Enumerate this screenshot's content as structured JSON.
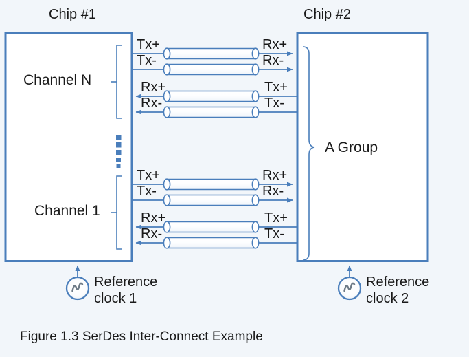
{
  "figure": {
    "caption": "Figure 1.3 SerDes Inter-Connect Example",
    "background_color": "#f2f6fa",
    "line_color": "#4a7ebb",
    "text_color": "#1a1a1a"
  },
  "chips": {
    "left": {
      "title": "Chip #1",
      "channels": [
        {
          "name": "Channel N",
          "pins": [
            "Tx+",
            "Tx-",
            "Rx+",
            "Rx-"
          ]
        },
        {
          "name": "Channel 1",
          "pins": [
            "Tx+",
            "Tx-",
            "Rx+",
            "Rx-"
          ]
        }
      ],
      "ellipsis": "vertical-dots"
    },
    "right": {
      "title": "Chip #2",
      "group_label": "A Group",
      "channels": [
        {
          "pins": [
            "Rx+",
            "Rx-",
            "Tx+",
            "Tx-"
          ]
        },
        {
          "pins": [
            "Rx+",
            "Rx-",
            "Tx+",
            "Tx-"
          ]
        }
      ]
    }
  },
  "clocks": [
    {
      "id": "reference-clock-1",
      "line1": "Reference",
      "line2": "clock 1",
      "symbol": "ac-source-icon"
    },
    {
      "id": "reference-clock-2",
      "line1": "Reference",
      "line2": "clock 2",
      "symbol": "ac-source-icon"
    }
  ],
  "links": [
    {
      "direction": "left-to-right",
      "from_pin": "Tx+",
      "to_pin": "Rx+",
      "channel": "Channel N"
    },
    {
      "direction": "left-to-right",
      "from_pin": "Tx-",
      "to_pin": "Rx-",
      "channel": "Channel N"
    },
    {
      "direction": "right-to-left",
      "from_pin": "Rx+",
      "to_pin": "Tx+",
      "channel": "Channel N"
    },
    {
      "direction": "right-to-left",
      "from_pin": "Rx-",
      "to_pin": "Tx-",
      "channel": "Channel N"
    },
    {
      "direction": "left-to-right",
      "from_pin": "Tx+",
      "to_pin": "Rx+",
      "channel": "Channel 1"
    },
    {
      "direction": "left-to-right",
      "from_pin": "Tx-",
      "to_pin": "Rx-",
      "channel": "Channel 1"
    },
    {
      "direction": "right-to-left",
      "from_pin": "Rx+",
      "to_pin": "Tx+",
      "channel": "Channel 1"
    },
    {
      "direction": "right-to-left",
      "from_pin": "Rx-",
      "to_pin": "Tx-",
      "channel": "Channel 1"
    }
  ]
}
